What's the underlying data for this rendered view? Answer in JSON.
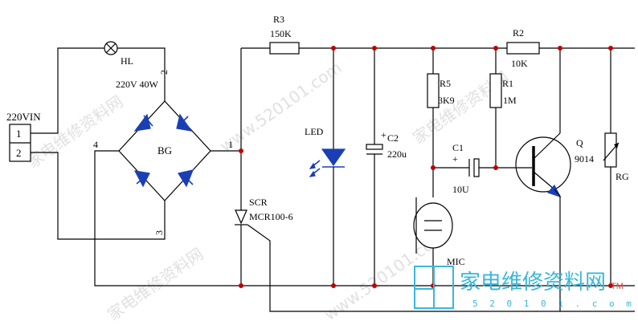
{
  "labels": {
    "input": "220VIN",
    "pin1": "1",
    "pin2": "2",
    "lamp_name": "HL",
    "lamp_rating": "220V 40W",
    "bridge": "BG",
    "bridge_pin1": "1",
    "bridge_pin2": "2",
    "bridge_pin3": "3",
    "bridge_pin4": "4",
    "r3_name": "R3",
    "r3_value": "150K",
    "scr_name": "SCR",
    "scr_part": "MCR100-6",
    "led": "LED",
    "c2_plus": "+",
    "c2_name": "C2",
    "c2_value": "220u",
    "r5_name": "R5",
    "r5_value": "3K9",
    "r1_name": "R1",
    "r1_value": "1M",
    "c1_name": "C1",
    "c1_plus": "+",
    "c1_value": "10U",
    "mic": "MIC",
    "r2_name": "R2",
    "r2_value": "10K",
    "q_name": "Q",
    "q_part": "9014",
    "rg": "RG"
  },
  "watermark": {
    "text": "家电维修资料网",
    "site": "www.520101.com",
    "logo_text": "家电维修资料网",
    "logo_url": "5 2 0 1 0 1 . c o m",
    "logo_mark": "TM"
  }
}
